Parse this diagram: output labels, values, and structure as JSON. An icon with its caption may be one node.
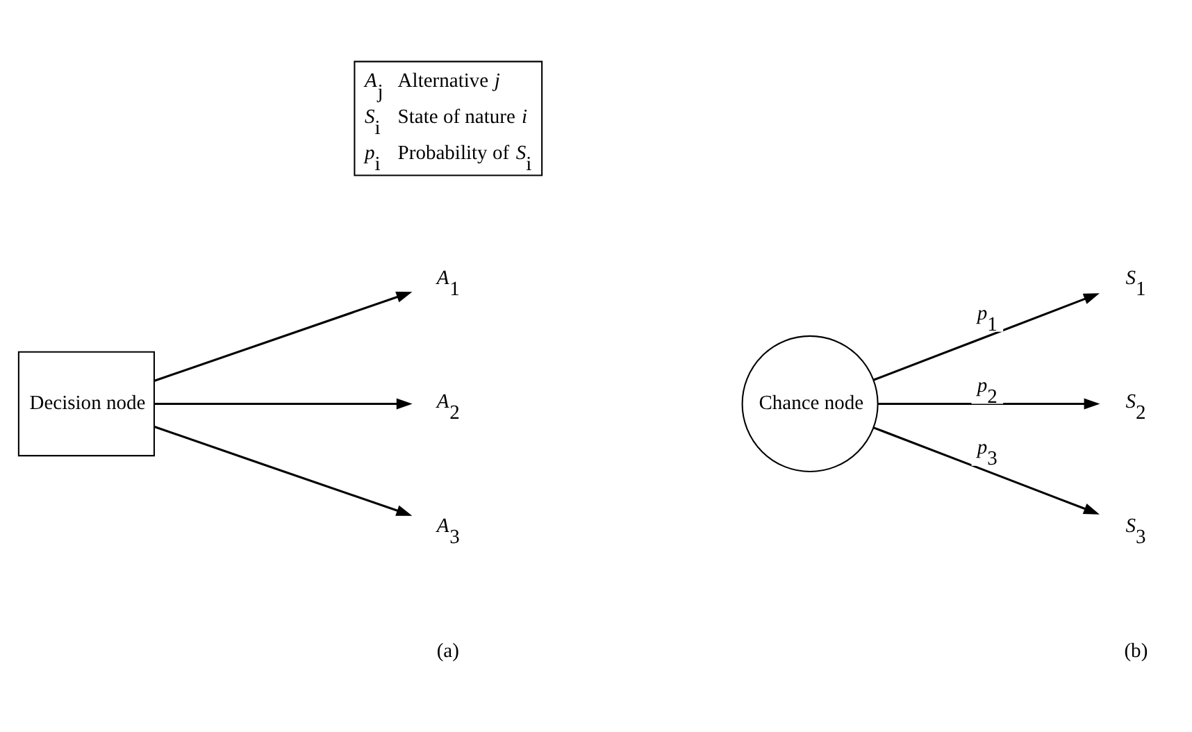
{
  "diagram": {
    "nodes": [
      {
        "text": [
          "Decision node"
        ]
      },
      {
        "text": [
          "*A*$_{1}$"
        ]
      },
      {
        "text": [
          "*A*$_{2}$"
        ]
      },
      {
        "text": [
          "*A*$_{3}$"
        ]
      },
      {
        "text": [
          "Chance node"
        ]
      },
      {
        "text": [
          "*S*$_{1}$"
        ]
      },
      {
        "text": [
          "*S*$_{2}$"
        ]
      },
      {
        "text": [
          "*S*$_{3}$"
        ]
      }
    ],
    "edges": [
      {
        "from": 0,
        "to": 1,
        "arrow": "to"
      },
      {
        "from": 0,
        "to": 2,
        "arrow": "to"
      },
      {
        "from": 0,
        "to": 3,
        "arrow": "to"
      },
      {
        "from": 4,
        "to": 5,
        "arrow": "to",
        "label": "*p*$_{1}$"
      },
      {
        "from": 4,
        "to": 6,
        "arrow": "to",
        "label": "*p*$_{2}$"
      },
      {
        "from": 4,
        "to": 7,
        "arrow": "to",
        "label": "*p*$_{3}$"
      }
    ],
    "labels": [
      "*A*$_{j}$",
      "Alternative *j*",
      "*S*$_{i}$",
      "State of nature *i*",
      "*p*$_{i}$",
      "Probability of *S*$_{i}$",
      "(a)",
      "(b)"
    ]
  }
}
